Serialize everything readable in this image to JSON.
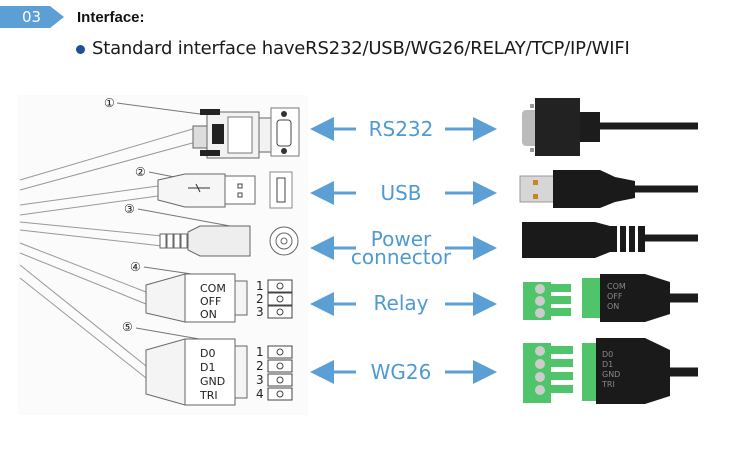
{
  "section": {
    "number": "03",
    "title": "Interface:",
    "accent_color": "#5b9fd5",
    "bullet_text": "Standard interface haveRS232/USB/WG26/RELAY/TCP/IP/WIFI"
  },
  "interfaces": [
    {
      "callout": "①",
      "label": "RS232",
      "icon": "db9-serial-connector-icon"
    },
    {
      "callout": "②",
      "label": "USB",
      "icon": "usb-a-connector-icon"
    },
    {
      "callout": "③",
      "label_line1": "Power",
      "label_line2": "connector",
      "icon": "dc-power-jack-icon"
    },
    {
      "callout": "④",
      "label": "Relay",
      "icon": "relay-terminal-block-icon",
      "pins": [
        "COM",
        "OFF",
        "ON"
      ],
      "pin_numbers": [
        "1",
        "2",
        "3"
      ]
    },
    {
      "callout": "⑤",
      "label": "WG26",
      "icon": "wiegand-terminal-block-icon",
      "pins": [
        "D0",
        "D1",
        "GND",
        "TRI"
      ],
      "pin_numbers": [
        "1",
        "2",
        "3",
        "4"
      ]
    }
  ],
  "colors": {
    "arrow": "#5b9fd5",
    "terminal_green": "#4fc46a",
    "cable_black": "#1c1c1c"
  }
}
